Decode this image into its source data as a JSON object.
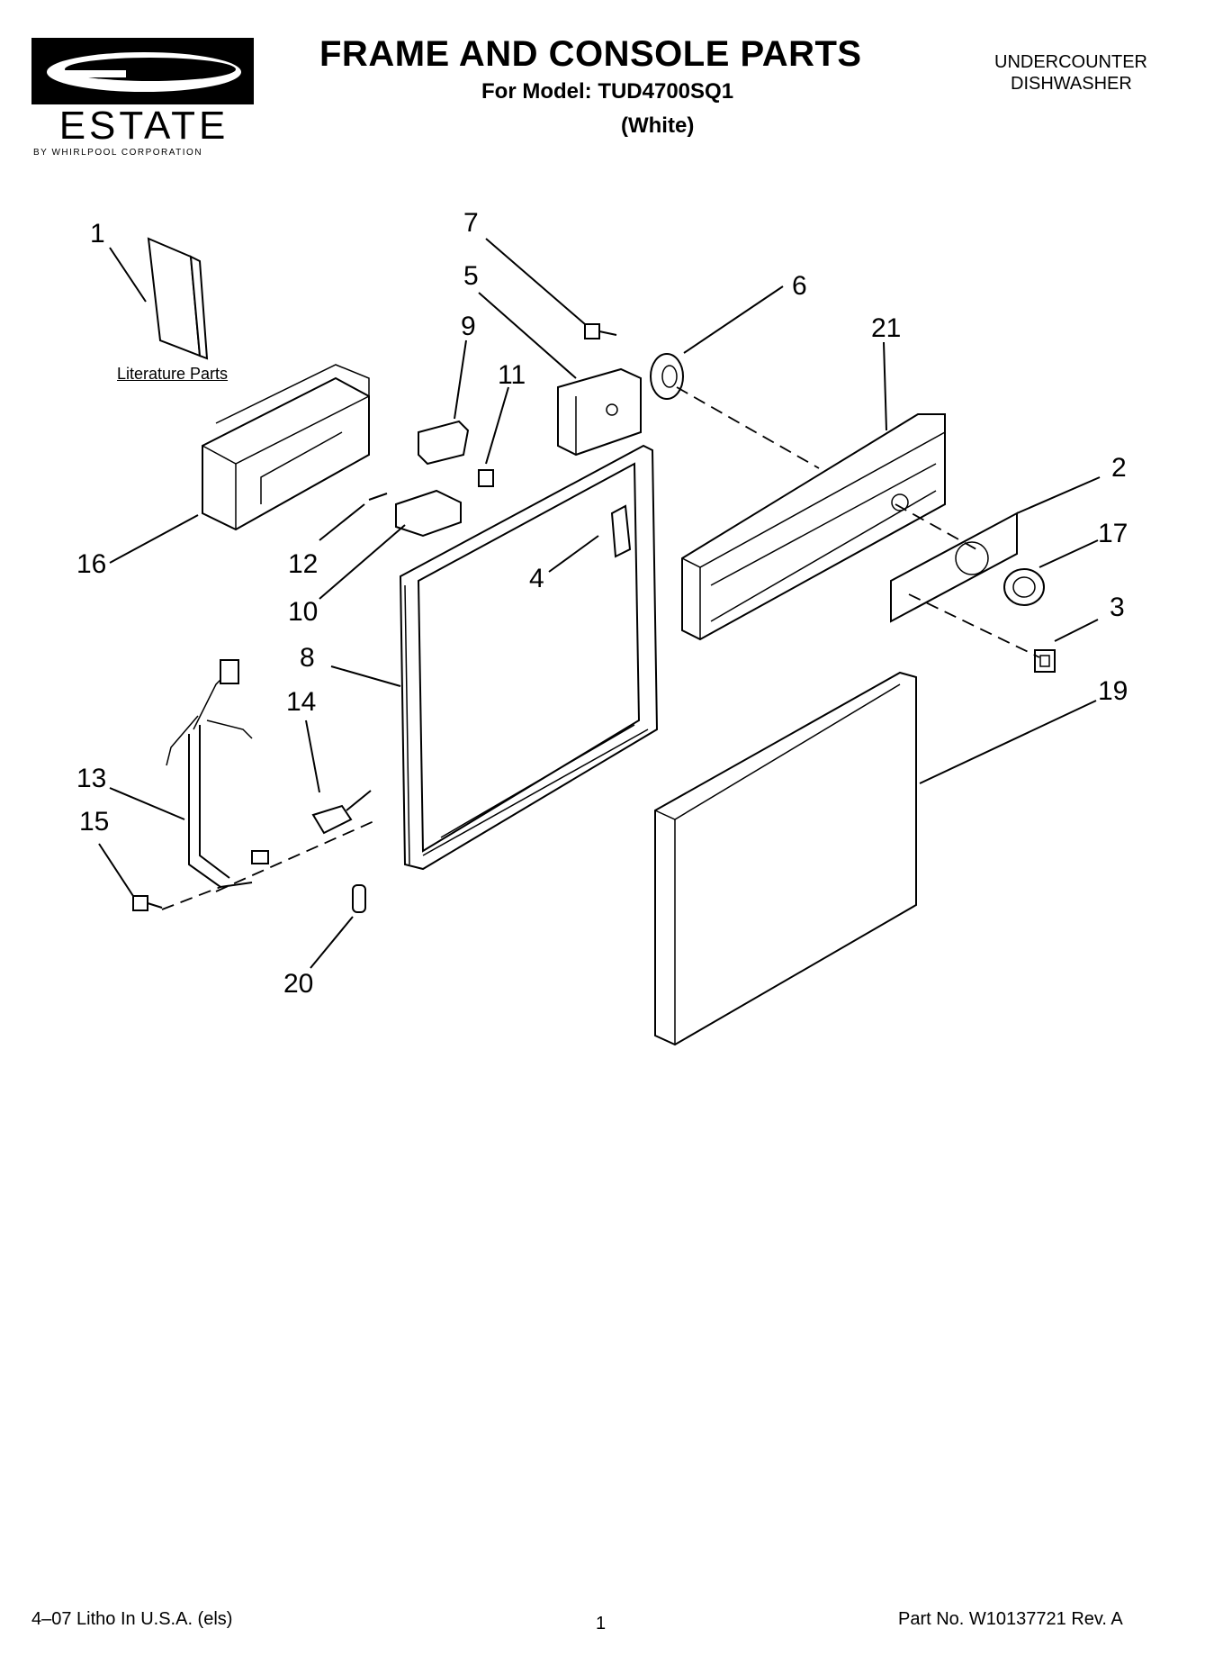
{
  "brand": {
    "name": "ESTATE",
    "tagline": "BY WHIRLPOOL CORPORATION"
  },
  "header": {
    "title": "FRAME AND CONSOLE PARTS",
    "model_line": "For Model: TUD4700SQ1",
    "color": "(White)",
    "category_line1": "UNDERCOUNTER",
    "category_line2": "DISHWASHER"
  },
  "diagram": {
    "literature_label": "Literature Parts",
    "callouts": [
      "1",
      "2",
      "3",
      "4",
      "5",
      "6",
      "7",
      "8",
      "9",
      "10",
      "11",
      "12",
      "13",
      "14",
      "15",
      "16",
      "17",
      "19",
      "20",
      "21"
    ]
  },
  "footer": {
    "print_info": "4–07 Litho In U.S.A. (els)",
    "page_number": "1",
    "part_number": "Part No. W10137721 Rev. A"
  }
}
